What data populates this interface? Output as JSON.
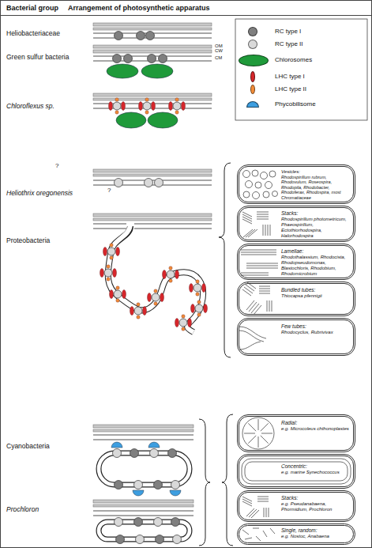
{
  "diagram": {
    "nodes": [
      {
        "text": [
          "Vesicles:",
          "Rhodospirillum rubrum, Rhodovulum, Roseospira, Rhodopila, Rhodobacter, Rhodoferax, Rhodospira, most Chromatiaceae"
        ]
      },
      {
        "text": [
          "Stacks:",
          "Rhodospirillum photometricum, Phaeospirillum, Ectothiorhodospira, Halorhodospira"
        ]
      },
      {
        "text": [
          "Lamellae:",
          "Rhodothalassium, Rhodocista, Rhodopseudomonas, Blastochloris, Rhodobium, Rhodomicrobium"
        ]
      },
      {
        "text": [
          "Bundled tubes:",
          "Thiocapsa pfennigii"
        ]
      },
      {
        "text": [
          "Few tubes:",
          "Rhodocyclus, Rubrivivax"
        ]
      },
      {
        "text": [
          "Radial:",
          "e.g. Microcoleus chthonoplastes"
        ]
      },
      {
        "text": [
          "Concentric:",
          "e.g. marine Synechococcus"
        ]
      },
      {
        "text": [
          "Stacks:",
          "e.g. Pseudanabaena, Phormidium, Prochloron"
        ]
      },
      {
        "text": [
          "Single, random:",
          "e.g. Nostoc, Anabaena"
        ]
      }
    ],
    "labels": [
      "Bacterial group",
      "Arrangement of photosynthetic apparatus",
      "Heliobacteriaceae",
      "Green sulfur bacteria",
      "OM",
      "CW",
      "CM",
      "Chloroflexus sp.",
      "?",
      "Heliothrix oregonensis",
      "?",
      "Proteobacteria",
      "Cyanobacteria",
      "Prochloron"
    ],
    "legend": [
      {
        "text": "RC type I",
        "color": "#7f7f7f"
      },
      {
        "text": "RC type II",
        "color": "#d9d9d9"
      },
      {
        "text": "Chlorosomes",
        "color": "#1f9a3a"
      },
      {
        "text": "LHC type I",
        "color": "#d7262b"
      },
      {
        "text": "LHC type II",
        "color": "#f28c38"
      },
      {
        "text": "Phycobilisome",
        "color": "#3d9ee0"
      }
    ]
  }
}
